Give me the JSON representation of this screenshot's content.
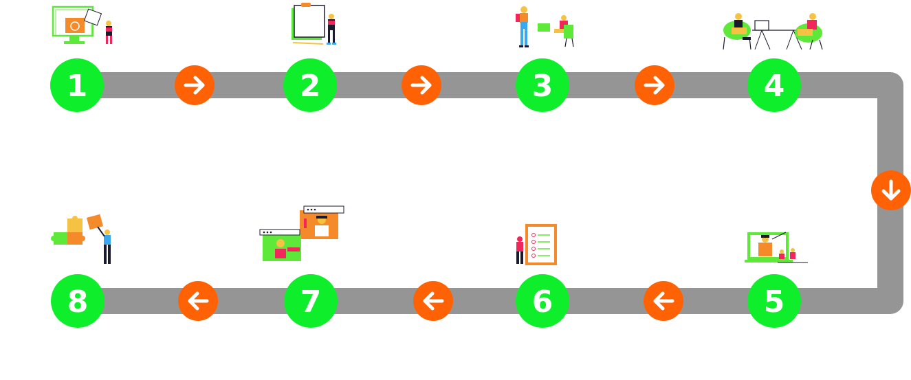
{
  "colors": {
    "track": "#959595",
    "step_fill": "#0fee2a",
    "step_text": "#ffffff",
    "arrow_fill": "#ff6205",
    "arrow_glyph": "#ffffff",
    "illus_green": "#5ee83a",
    "illus_orange": "#f58a2a",
    "illus_dark": "#1a1a2e",
    "illus_pink": "#f0275a",
    "illus_blue": "#3aa8f0",
    "illus_yellow": "#f6c244"
  },
  "steps": [
    {
      "number": "1",
      "illustration": "computer-checklist-person"
    },
    {
      "number": "2",
      "illustration": "clipboard-person"
    },
    {
      "number": "3",
      "illustration": "two-people-laptop-discussion"
    },
    {
      "number": "4",
      "illustration": "two-people-meeting-tables"
    },
    {
      "number": "5",
      "illustration": "people-at-monitor"
    },
    {
      "number": "6",
      "illustration": "checklist-board-person"
    },
    {
      "number": "7",
      "illustration": "video-call-windows"
    },
    {
      "number": "8",
      "illustration": "puzzle-pieces-person"
    }
  ],
  "connectors": [
    {
      "direction": "right",
      "icon": "arrow-right-icon"
    },
    {
      "direction": "right",
      "icon": "arrow-right-icon"
    },
    {
      "direction": "right",
      "icon": "arrow-right-icon"
    },
    {
      "direction": "down",
      "icon": "arrow-down-icon"
    },
    {
      "direction": "left",
      "icon": "arrow-left-icon"
    },
    {
      "direction": "left",
      "icon": "arrow-left-icon"
    },
    {
      "direction": "left",
      "icon": "arrow-left-icon"
    }
  ]
}
